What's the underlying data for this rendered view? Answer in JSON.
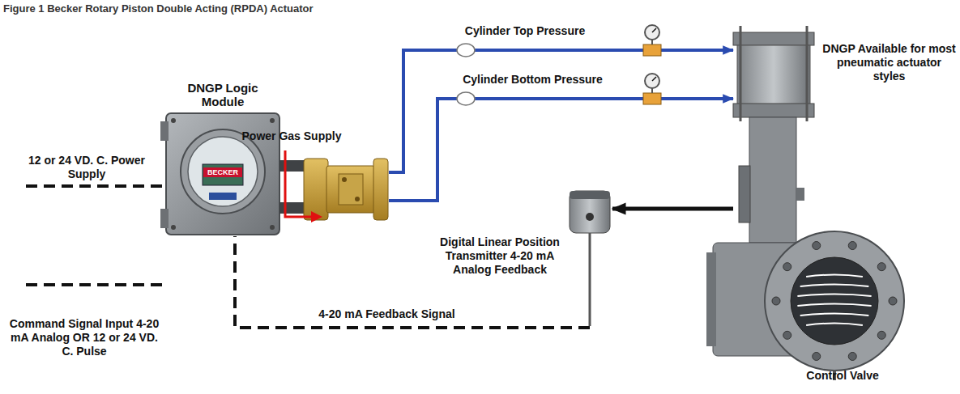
{
  "diagram": {
    "title": "Figure 1 Becker Rotary Piston Double Acting (RPDA) Actuator",
    "nodes": [
      {
        "text": [
          "DNGP Logic Module"
        ]
      },
      {
        "text": [
          "DNGP Available for most pneumatic actuator styles"
        ]
      },
      {
        "text": [
          "Digital Linear Position Transmitter 4-20 mA Analog Feedback"
        ]
      },
      {
        "text": [
          "Control Valve"
        ]
      }
    ],
    "edges": [
      {
        "from": 0,
        "to": 1,
        "arrow": "to",
        "label": "Cylinder Top Pressure"
      },
      {
        "from": 0,
        "to": 1,
        "arrow": "to",
        "label": "Cylinder Bottom Pressure"
      },
      {
        "from": 1,
        "to": 2,
        "arrow": "to"
      },
      {
        "from": 2,
        "to": 0,
        "arrow": "none",
        "label": "4-20 mA Feedback Signal"
      }
    ],
    "labels": [
      "Power Gas Supply",
      "12 or 24 VD. C. Power Supply",
      "Command Signal Input 4-20 mA Analog OR 12 or 24 VD. C. Pulse",
      "BECKER"
    ]
  }
}
